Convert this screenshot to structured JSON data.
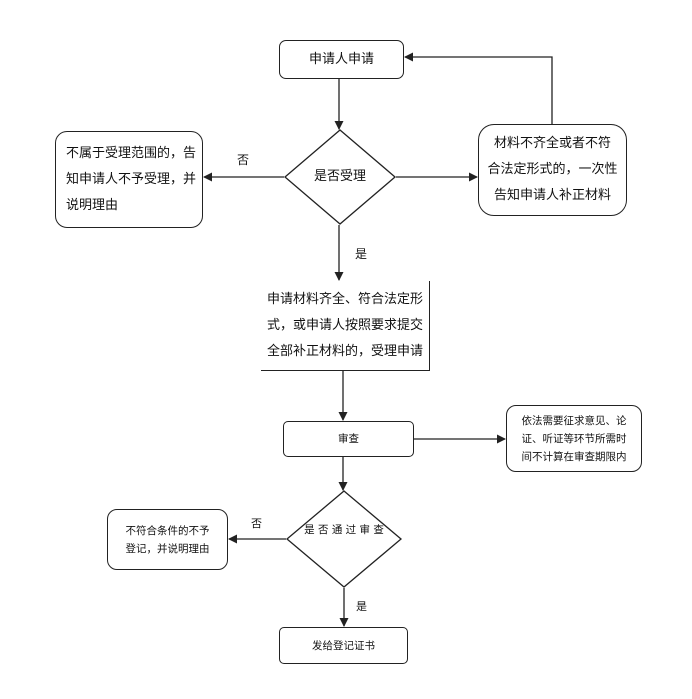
{
  "nodes": {
    "apply": "申请人申请",
    "accept_q": "是否受理",
    "reject": [
      "不属于受理范围的，告",
      "知申请人不予受理，并",
      "说明理由"
    ],
    "supplement": [
      "材料不齐全或者不符",
      "合法定形式的，一次性",
      "告知申请人补正材料"
    ],
    "accepted": [
      "申请材料齐全、符合法定形",
      "式，或申请人按照要求提交",
      "全部补正材料的，受理申请"
    ],
    "review": "审查",
    "review_note": [
      "依法需要征求意见、论",
      "证、听证等环节所需时",
      "间不计算在审查期限内"
    ],
    "pass_q": [
      "是 否 通",
      "过 审 查"
    ],
    "fail": [
      "不符合条件的不予",
      "登记，并说明理由"
    ],
    "issue": "发给登记证书"
  },
  "edge_labels": {
    "no_1": "否",
    "yes_1": "是",
    "no_2": "否",
    "yes_2": "是"
  }
}
